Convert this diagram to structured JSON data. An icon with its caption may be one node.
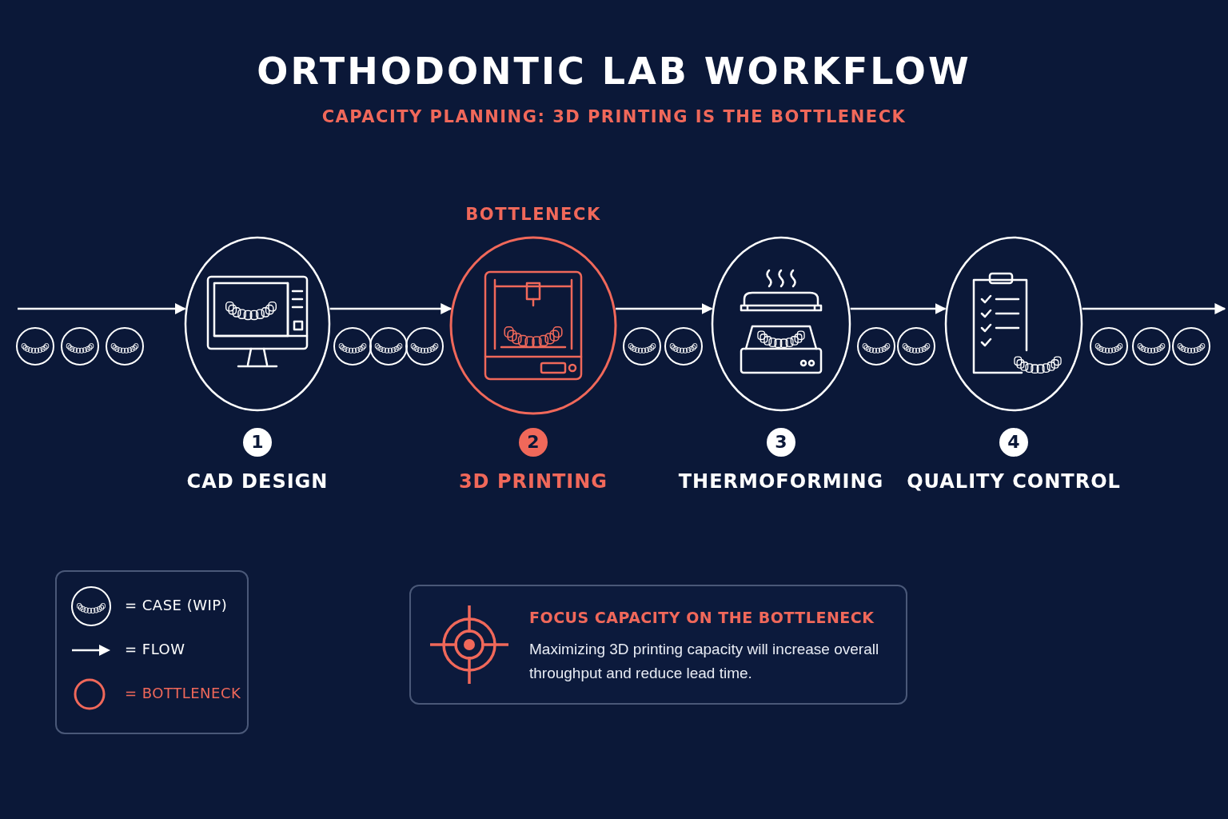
{
  "diagram": {
    "title": "ORTHODONTIC LAB WORKFLOW",
    "nodes": [
      {
        "text": [],
        "shape": "circle",
        "beside": [
          "1",
          "CAD DESIGN"
        ]
      },
      {
        "text": [],
        "shape": "circle",
        "beside": [
          "BOTTLENECK",
          "2",
          "3D PRINTING"
        ]
      },
      {
        "text": [],
        "shape": "circle",
        "beside": [
          "3",
          "THERMOFORMING"
        ]
      },
      {
        "text": [],
        "shape": "circle",
        "beside": [
          "4",
          "QUALITY CONTROL"
        ]
      },
      {
        "text": [
          "FOCUS CAPACITY ON THE BOTTLENECK",
          "Maximizing 3D printing capacity will increase overall throughput and reduce lead time."
        ]
      }
    ],
    "edges": [
      {
        "from": null,
        "to": 0,
        "arrow": "to"
      },
      {
        "from": 0,
        "to": 1,
        "arrow": "to"
      },
      {
        "from": 1,
        "to": 2,
        "arrow": "to"
      },
      {
        "from": 2,
        "to": 3,
        "arrow": "to"
      },
      {
        "from": 3,
        "to": null,
        "arrow": "to"
      }
    ],
    "labels": [
      "CAPACITY PLANNING: 3D PRINTING IS THE BOTTLENECK"
    ],
    "legend": [
      {
        "text": "= CASE (WIP)"
      },
      {
        "text": "= FLOW"
      },
      {
        "text": "= BOTTLENECK"
      }
    ]
  }
}
